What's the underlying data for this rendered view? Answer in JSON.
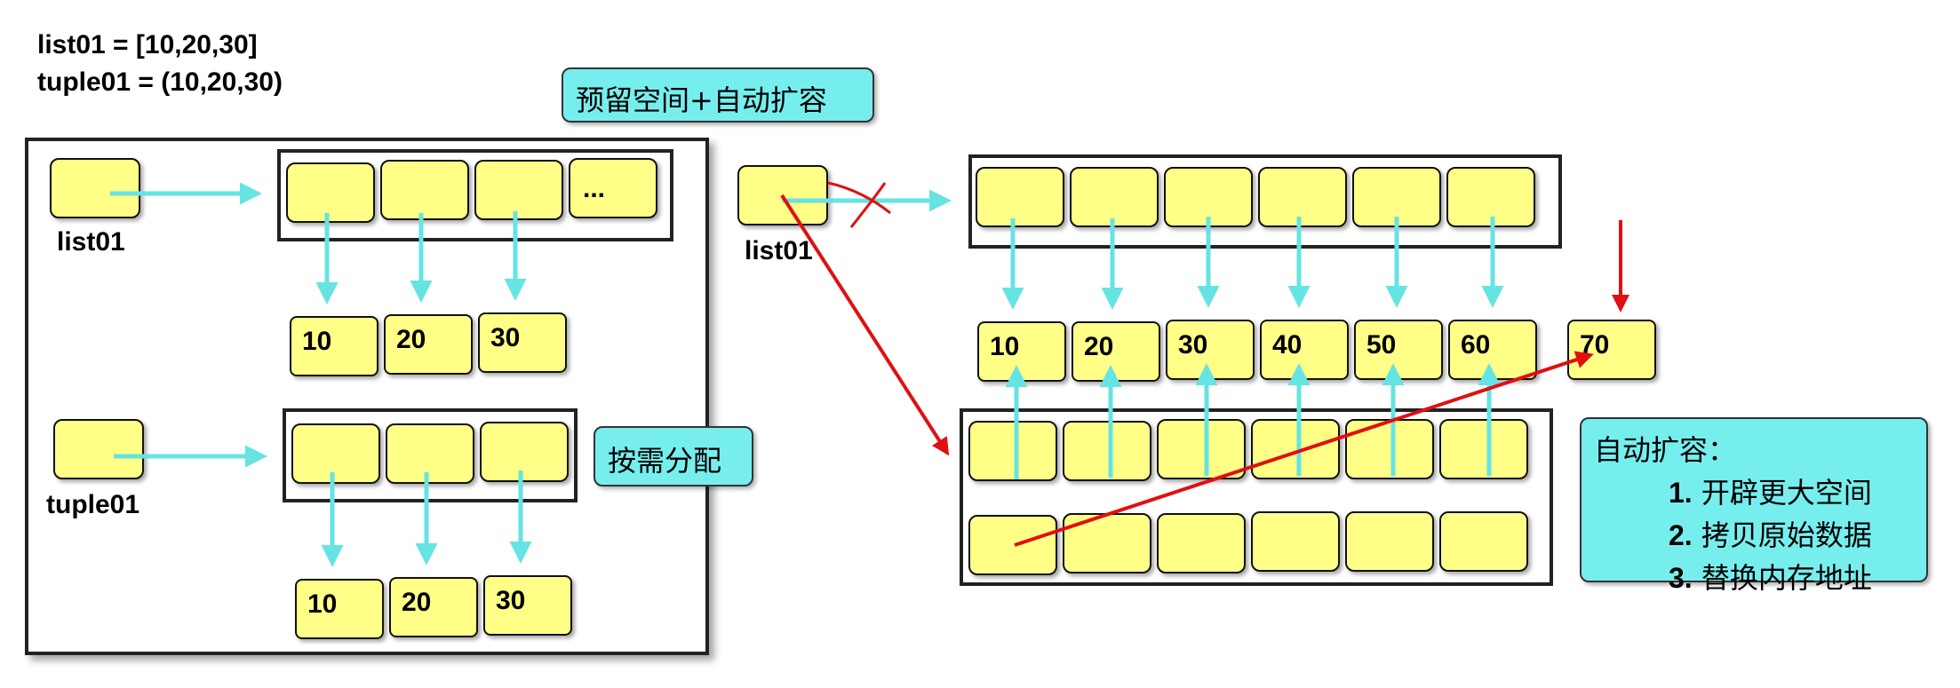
{
  "code": {
    "line1": "list01 = [10,20,30]",
    "line2": "tuple01 = (10,20,30)"
  },
  "left_panel": {
    "list_label": "list01",
    "list_ellipsis": "...",
    "list_values": [
      "10",
      "20",
      "30"
    ],
    "tuple_label": "tuple01",
    "tuple_values": [
      "10",
      "20",
      "30"
    ]
  },
  "callouts": {
    "reserve": "预留空间+自动扩容",
    "on_demand": "按需分配"
  },
  "right_panel": {
    "list_label": "list01",
    "values": [
      "10",
      "20",
      "30",
      "40",
      "50",
      "60"
    ],
    "new_value": "70"
  },
  "note": {
    "title": "自动扩容：",
    "steps": [
      {
        "num": "1.",
        "text": "开辟更大空间"
      },
      {
        "num": "2.",
        "text": "拷贝原始数据"
      },
      {
        "num": "3.",
        "text": "替换内存地址"
      }
    ]
  },
  "colors": {
    "cell_fill": "#ffff88",
    "callout_fill": "#77eeee",
    "cyan_arrow": "#66e3e3",
    "red_arrow": "#e01010"
  }
}
